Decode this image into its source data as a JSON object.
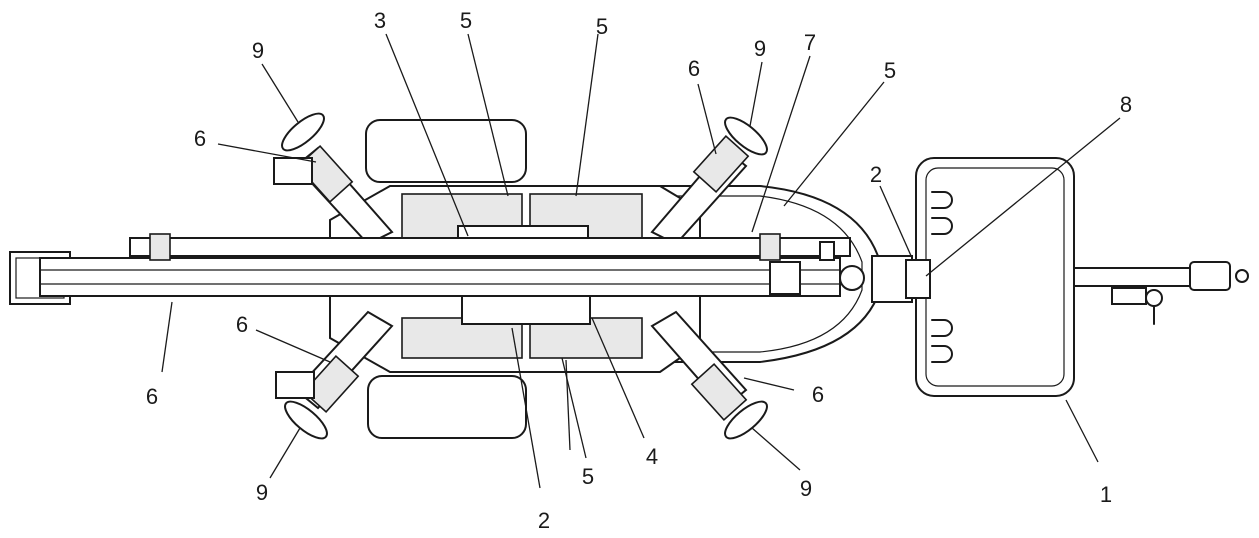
{
  "callouts": [
    {
      "id": "c1",
      "text": "1"
    },
    {
      "id": "c2a",
      "text": "2"
    },
    {
      "id": "c2b",
      "text": "2"
    },
    {
      "id": "c3",
      "text": "3"
    },
    {
      "id": "c4",
      "text": "4"
    },
    {
      "id": "c5a",
      "text": "5"
    },
    {
      "id": "c5b",
      "text": "5"
    },
    {
      "id": "c5c",
      "text": "5"
    },
    {
      "id": "c5d",
      "text": "5"
    },
    {
      "id": "c5e",
      "text": "5"
    },
    {
      "id": "c6a",
      "text": "6"
    },
    {
      "id": "c6b",
      "text": "6"
    },
    {
      "id": "c6c",
      "text": "6"
    },
    {
      "id": "c6d",
      "text": "6"
    },
    {
      "id": "c6e",
      "text": "6"
    },
    {
      "id": "c7",
      "text": "7"
    },
    {
      "id": "c8",
      "text": "8"
    },
    {
      "id": "c9a",
      "text": "9"
    },
    {
      "id": "c9b",
      "text": "9"
    },
    {
      "id": "c9c",
      "text": "9"
    },
    {
      "id": "c9d",
      "text": "9"
    }
  ]
}
